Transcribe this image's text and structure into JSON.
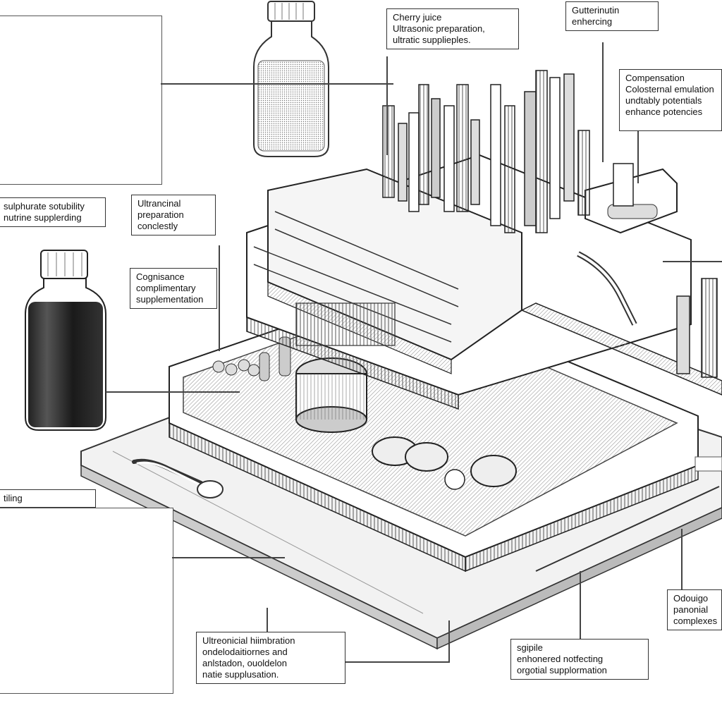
{
  "labels": {
    "cherry": {
      "lines": [
        "Cherry juice",
        "Ultrasonic preparation,",
        "ultratic supplieples."
      ]
    },
    "top_right": {
      "lines": [
        "Gutterinutin",
        "enhercing"
      ]
    },
    "compensation": {
      "lines": [
        "Compensation",
        "Colosternal emulation",
        "undtably potentials",
        "enhance potencies"
      ]
    },
    "left_upper": {
      "lines": [
        "sulphurate sotubility",
        "nutrine supplerding"
      ]
    },
    "mid_left": {
      "lines": [
        "Ultrancinal",
        "preparation",
        "conclestly"
      ]
    },
    "mid_left2": {
      "lines": [
        "Cognisance",
        "complimentary",
        "supplementation"
      ]
    },
    "bottom_left": {
      "lines": [
        "tiling"
      ]
    },
    "bottom_center": {
      "lines": [
        "Ultreonicial hiimbration",
        "ondelodaitiornes and",
        "anlstadon, ouoldelon",
        "natie supplusation."
      ]
    },
    "bottom_right": {
      "lines": [
        "sgipile",
        "enhonered notfecting",
        "orgotial supplormation"
      ]
    },
    "right_edge": {
      "lines": [
        "Odouigo",
        "panonial",
        "complexes"
      ]
    }
  },
  "colors": {
    "ink": "#111111",
    "paper": "#ffffff",
    "line": "#444444"
  }
}
